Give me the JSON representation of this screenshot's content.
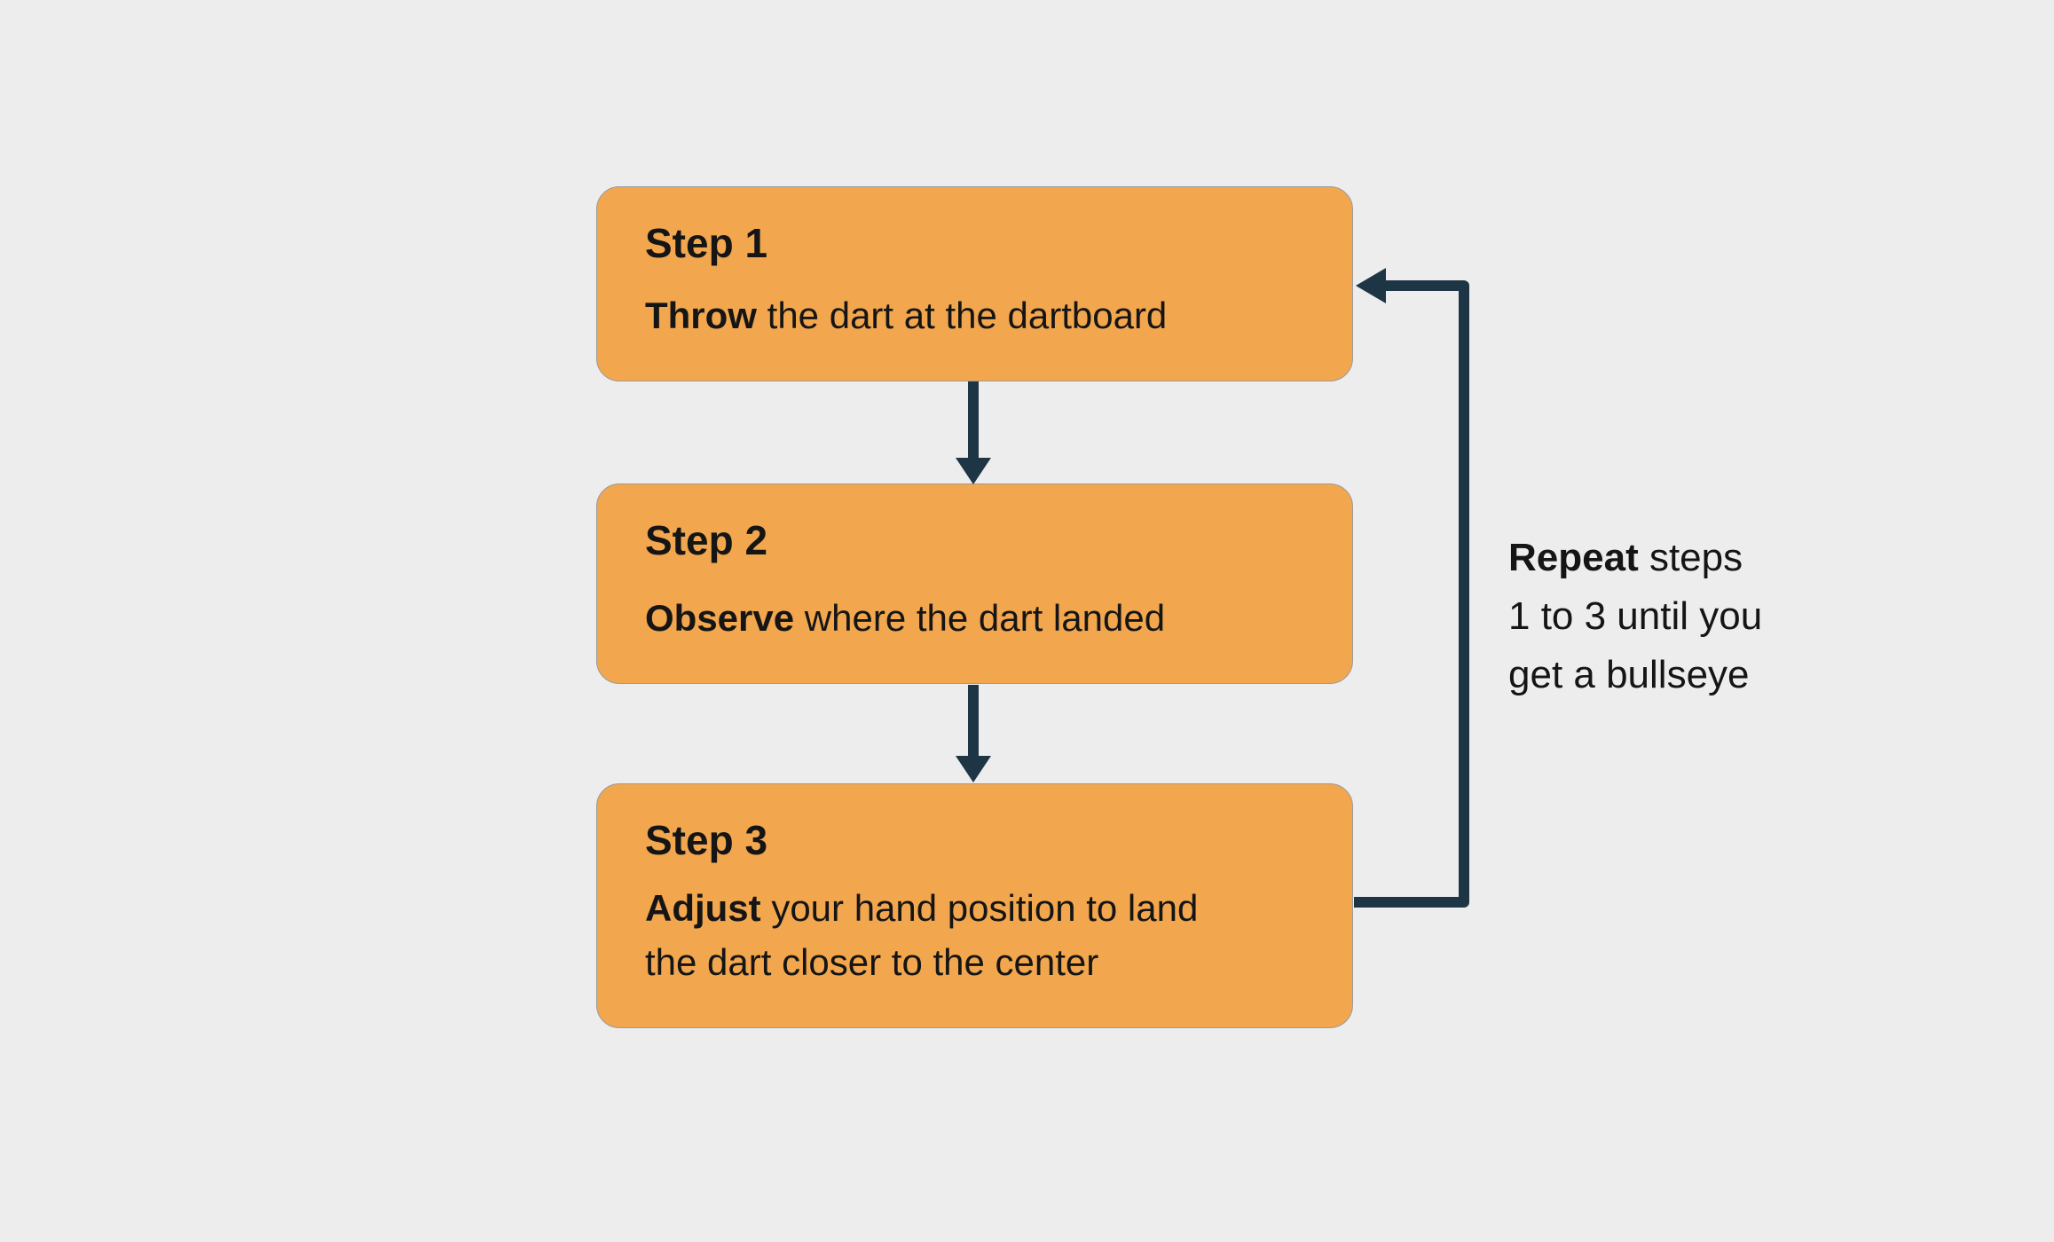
{
  "colors": {
    "background": "#ededee",
    "box": "#f2a64e",
    "box_border": "#9b9b9b",
    "arrow": "#1e3545",
    "text": "#151515"
  },
  "diagram": {
    "type": "flowchart-loop",
    "steps": [
      {
        "title": "Step 1",
        "lead": "Throw",
        "rest": " the dart at the dartboard"
      },
      {
        "title": "Step 2",
        "lead": "Observe",
        "rest": " where the dart landed"
      },
      {
        "title": "Step 3",
        "lead": "Adjust",
        "rest": " your hand position to land\nthe dart closer to the center"
      }
    ],
    "loop_label": {
      "lead": "Repeat",
      "rest": " steps\n1 to 3 until you\nget a bullseye"
    }
  }
}
